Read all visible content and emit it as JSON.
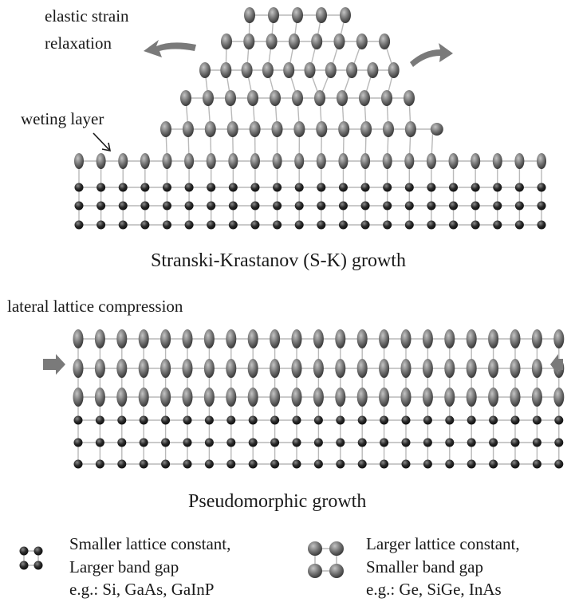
{
  "labels": {
    "elastic_line1": "elastic strain",
    "elastic_line2": "relaxation",
    "wetting": "weting layer",
    "sk_title": "Stranski-Krastanov (S-K) growth",
    "lateral": "lateral lattice compression",
    "pseudo_title": "Pseudomorphic growth"
  },
  "legend": {
    "small": {
      "line1": "Smaller lattice constant,",
      "line2": "Larger band gap",
      "line3": "e.g.: Si, GaAs, GaInP"
    },
    "large": {
      "line1": "Larger lattice constant,",
      "line2": "Smaller band gap",
      "line3": "e.g.: Ge, SiGe, InAs"
    }
  },
  "colors": {
    "atom_small": "#2a2a2a",
    "atom_large": "#6e6e6e",
    "bond": "#b9b9b9",
    "arrow": "#7a7a7a"
  }
}
